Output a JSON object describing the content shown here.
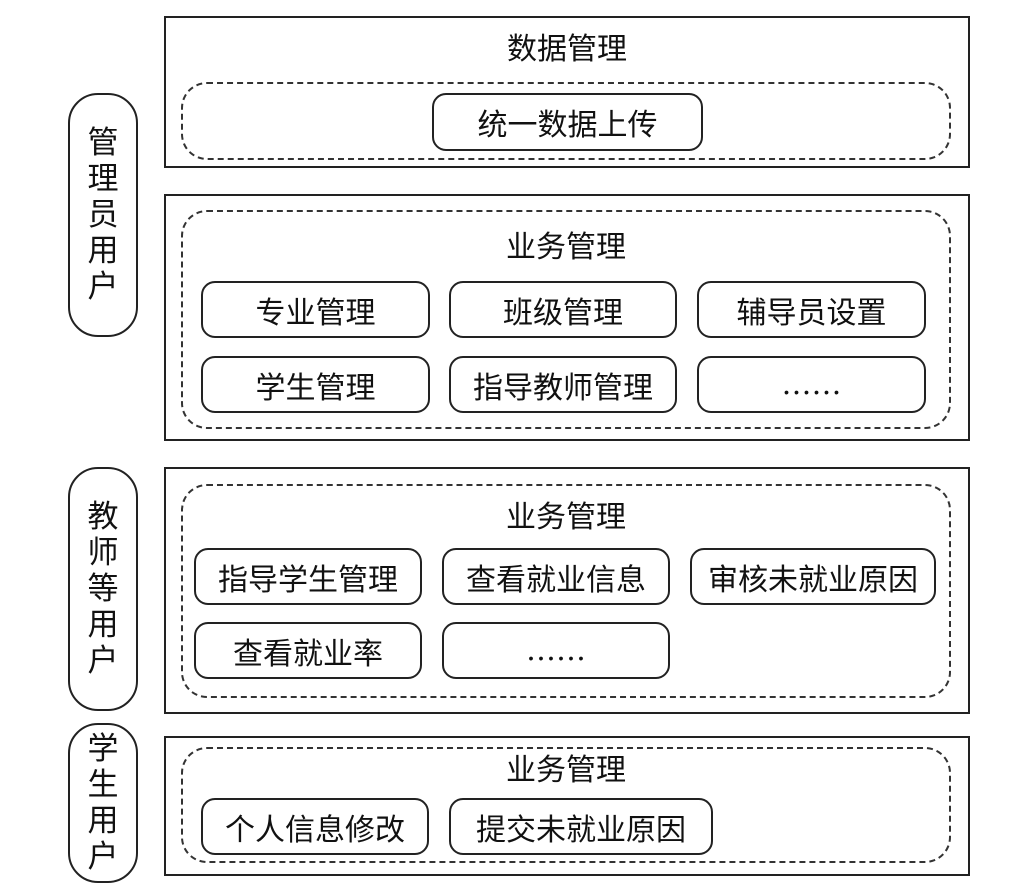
{
  "roles": {
    "admin": [
      "管",
      "理",
      "员",
      "用",
      "户"
    ],
    "teacher": [
      "教",
      "师",
      "等",
      "用",
      "户"
    ],
    "student": [
      "学",
      "生",
      "用",
      "户"
    ]
  },
  "admin": {
    "data_mgmt": {
      "title": "数据管理",
      "items": [
        "统一数据上传"
      ]
    },
    "business": {
      "title": "业务管理",
      "items": [
        "专业管理",
        "班级管理",
        "辅导员设置",
        "学生管理",
        "指导教师管理",
        "……"
      ]
    }
  },
  "teacher": {
    "business": {
      "title": "业务管理",
      "items": [
        "指导学生管理",
        "查看就业信息",
        "审核未就业原因",
        "查看就业率",
        "……"
      ]
    }
  },
  "student": {
    "business": {
      "title": "业务管理",
      "items": [
        "个人信息修改",
        "提交未就业原因"
      ]
    }
  }
}
